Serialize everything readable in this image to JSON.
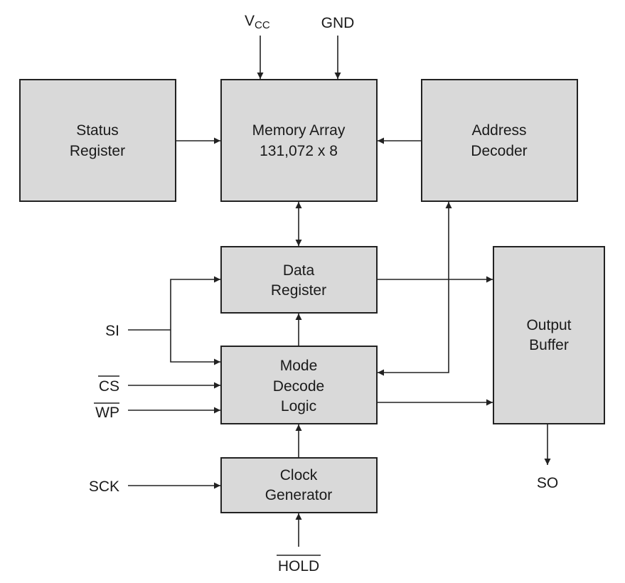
{
  "blocks": {
    "status_register": [
      "Status",
      "Register"
    ],
    "memory_array": [
      "Memory Array",
      "131,072 x 8"
    ],
    "address_decoder": [
      "Address",
      "Decoder"
    ],
    "data_register": [
      "Data",
      "Register"
    ],
    "mode_decode_logic": [
      "Mode",
      "Decode",
      "Logic"
    ],
    "clock_generator": [
      "Clock",
      "Generator"
    ],
    "output_buffer": [
      "Output",
      "Buffer"
    ]
  },
  "pins": {
    "vcc": {
      "main": "V",
      "sub": "CC"
    },
    "gnd": "GND",
    "si": "SI",
    "cs": "CS",
    "wp": "WP",
    "sck": "SCK",
    "hold": "HOLD",
    "so": "SO"
  }
}
